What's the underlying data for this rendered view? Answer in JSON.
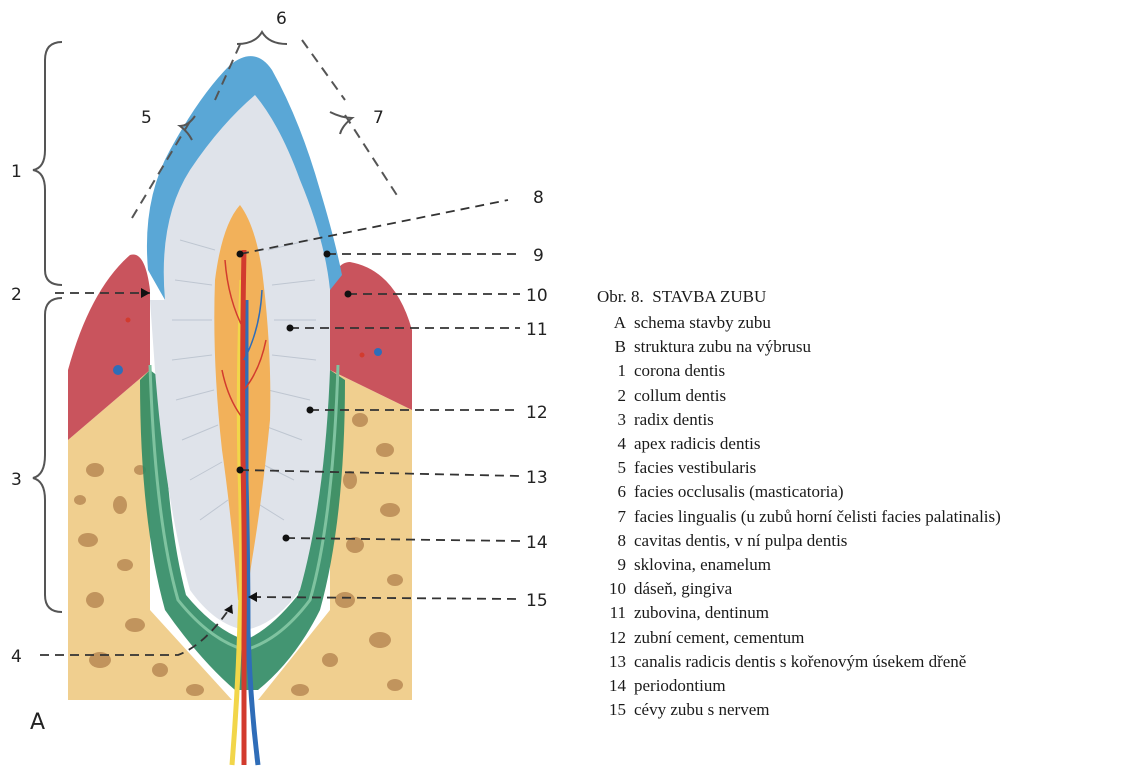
{
  "figure": {
    "panel_letter": "A",
    "callouts": [
      "1",
      "2",
      "3",
      "4",
      "5",
      "6",
      "7",
      "8",
      "9",
      "10",
      "11",
      "12",
      "13",
      "14",
      "15"
    ]
  },
  "legend": {
    "caption_prefix": "Obr. 8.",
    "caption_title": "STAVBA ZUBU",
    "items": [
      {
        "key": "A",
        "text": "schema stavby zubu"
      },
      {
        "key": "B",
        "text": "struktura zubu na výbrusu"
      },
      {
        "key": "1",
        "text": "corona dentis"
      },
      {
        "key": "2",
        "text": "collum dentis"
      },
      {
        "key": "3",
        "text": "radix dentis"
      },
      {
        "key": "4",
        "text": "apex radicis dentis"
      },
      {
        "key": "5",
        "text": "facies vestibularis"
      },
      {
        "key": "6",
        "text": "facies occlusalis (masticatoria)"
      },
      {
        "key": "7",
        "text": "facies lingualis (u zubů horní čelisti facies palatinalis)"
      },
      {
        "key": "8",
        "text": "cavitas dentis, v ní pulpa dentis"
      },
      {
        "key": "9",
        "text": "sklovina, enamelum"
      },
      {
        "key": "10",
        "text": "dáseň, gingiva"
      },
      {
        "key": "11",
        "text": "zubovina, dentinum"
      },
      {
        "key": "12",
        "text": "zubní cement, cementum"
      },
      {
        "key": "13",
        "text": "canalis radicis dentis s kořenovým úsekem dřeně"
      },
      {
        "key": "14",
        "text": "periodontium"
      },
      {
        "key": "15",
        "text": "cévy zubu s nervem"
      }
    ]
  },
  "colors": {
    "enamel": "#5aa7d6",
    "dentin": "#dfe3ea",
    "pulp": "#f2b15a",
    "gingiva": "#c9545d",
    "bone": "#f0cf8f",
    "bone_spots": "#b98a55",
    "periodontium": "#2f8a63",
    "vessel_red": "#d23b2e",
    "vessel_blue": "#2f6db8",
    "nerve_yellow": "#f2d64a"
  }
}
